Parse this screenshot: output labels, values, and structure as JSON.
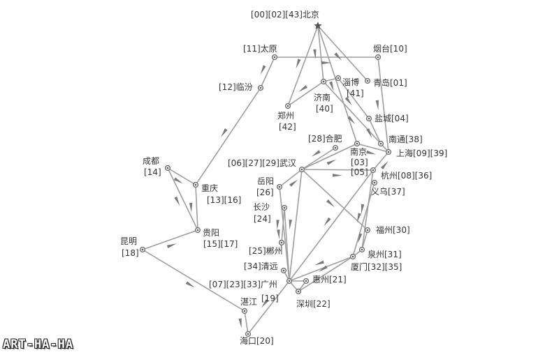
{
  "watermark": "ART-HA-HA",
  "colors": {
    "edge": "#9e9e9e",
    "node": "#6f6f6f",
    "arrow": "#7a7a7a",
    "text": "#333333"
  },
  "nodes": [
    {
      "id": "beijing",
      "label": "[00][02][43]北京",
      "lines": [
        "[00][02][43]北京"
      ]
    },
    {
      "id": "taiyuan",
      "label": "[11]太原",
      "lines": [
        "[11]太原"
      ]
    },
    {
      "id": "yantai",
      "label": "烟台[10]",
      "lines": [
        "烟台[10]"
      ]
    },
    {
      "id": "linfen",
      "label": "[12]临汾",
      "lines": [
        "[12]临汾"
      ]
    },
    {
      "id": "qingdao",
      "label": "青岛[01]",
      "lines": [
        "青岛[01]"
      ]
    },
    {
      "id": "zibo",
      "label": "淄博 [41]",
      "lines": [
        "淄博",
        "[41]"
      ]
    },
    {
      "id": "jinan",
      "label": "济南 [40]",
      "lines": [
        "济南",
        "[40]"
      ]
    },
    {
      "id": "zhengzhou",
      "label": "郑州 [42]",
      "lines": [
        "郑州",
        "[42]"
      ]
    },
    {
      "id": "yancheng",
      "label": "盐城[04]",
      "lines": [
        "盐城[04]"
      ]
    },
    {
      "id": "hefei",
      "label": "[28]合肥",
      "lines": [
        "[28]合肥"
      ]
    },
    {
      "id": "nantong",
      "label": "南通[38]",
      "lines": [
        "南通[38]"
      ]
    },
    {
      "id": "nanjing",
      "label": "南京 [03]",
      "lines": [
        "南京",
        "[03]"
      ]
    },
    {
      "id": "shanghai",
      "label": "上海[09][39]",
      "lines": [
        "上海[09][39]"
      ]
    },
    {
      "id": "wuhan",
      "label": "[06][27][29]武汉",
      "lines": [
        "[06][27][29]武汉"
      ]
    },
    {
      "id": "chengdu",
      "label": "成都 [14]",
      "lines": [
        "成都",
        "[14]"
      ]
    },
    {
      "id": "hangzhou",
      "label": "[05] 杭州[08][36]",
      "lines": [
        "[05]",
        "杭州[08][36]"
      ]
    },
    {
      "id": "yueyang",
      "label": "岳阳 [26]",
      "lines": [
        "岳阳",
        "[26]"
      ]
    },
    {
      "id": "chongqing",
      "label": "重庆 [13][16]",
      "lines": [
        "重庆",
        "[13][16]"
      ]
    },
    {
      "id": "yiwu",
      "label": "义乌[37]",
      "lines": [
        "义乌[37]"
      ]
    },
    {
      "id": "changsha",
      "label": "长沙 [24]",
      "lines": [
        "长沙",
        "[24]"
      ]
    },
    {
      "id": "fuzhou",
      "label": "福州[30]",
      "lines": [
        "福州[30]"
      ]
    },
    {
      "id": "guiyang",
      "label": "贵阳 [15][17]",
      "lines": [
        "贵阳",
        "[15][17]"
      ]
    },
    {
      "id": "kunming",
      "label": "昆明 [18]",
      "lines": [
        "昆明",
        "[18]"
      ]
    },
    {
      "id": "chenzhou",
      "label": "[25]郴州",
      "lines": [
        "[25]郴州"
      ]
    },
    {
      "id": "quanzhou",
      "label": "泉州[31]",
      "lines": [
        "泉州[31]"
      ]
    },
    {
      "id": "qingyuan",
      "label": "[34]清远",
      "lines": [
        "[34]清远"
      ]
    },
    {
      "id": "xiamen",
      "label": "厦门[32][35]",
      "lines": [
        "厦门[32][35]"
      ]
    },
    {
      "id": "guangzhou",
      "label": "[07][23][33]广州",
      "lines": [
        "[07][23][33]广州"
      ]
    },
    {
      "id": "huizhou",
      "label": "惠州[21]",
      "lines": [
        "惠州[21]"
      ]
    },
    {
      "id": "zhanjiang",
      "label": "湛江 [19]",
      "lines": [
        "湛江",
        "[19]"
      ]
    },
    {
      "id": "shenzhen",
      "label": "深圳[22]",
      "lines": [
        "深圳[22]"
      ]
    },
    {
      "id": "haikou",
      "label": "海口[20]",
      "lines": [
        "海口[20]"
      ]
    }
  ],
  "edges": [
    [
      "beijing",
      "qingdao"
    ],
    [
      "beijing",
      "zhengzhou"
    ],
    [
      "beijing",
      "jinan"
    ],
    [
      "beijing",
      "nanjing"
    ],
    [
      "taiyuan",
      "yantai"
    ],
    [
      "yantai",
      "shanghai"
    ],
    [
      "taiyuan",
      "linfen"
    ],
    [
      "linfen",
      "chongqing"
    ],
    [
      "jinan",
      "zibo"
    ],
    [
      "jinan",
      "zhengzhou"
    ],
    [
      "jinan",
      "shanghai"
    ],
    [
      "zibo",
      "yancheng"
    ],
    [
      "yancheng",
      "nantong"
    ],
    [
      "nantong",
      "shanghai"
    ],
    [
      "nanjing",
      "shanghai"
    ],
    [
      "hefei",
      "wuhan"
    ],
    [
      "wuhan",
      "nanjing"
    ],
    [
      "wuhan",
      "hangzhou"
    ],
    [
      "wuhan",
      "fuzhou"
    ],
    [
      "wuhan",
      "guangzhou"
    ],
    [
      "yueyang",
      "wuhan"
    ],
    [
      "yueyang",
      "guangzhou"
    ],
    [
      "changsha",
      "chenzhou"
    ],
    [
      "changsha",
      "guangzhou"
    ],
    [
      "hangzhou",
      "shanghai"
    ],
    [
      "hangzhou",
      "guangzhou"
    ],
    [
      "hangzhou",
      "quanzhou"
    ],
    [
      "yiwu",
      "xiamen"
    ],
    [
      "fuzhou",
      "quanzhou"
    ],
    [
      "quanzhou",
      "xiamen"
    ],
    [
      "xiamen",
      "guangzhou"
    ],
    [
      "xiamen",
      "shenzhen"
    ],
    [
      "qingyuan",
      "guangzhou"
    ],
    [
      "guangzhou",
      "huizhou"
    ],
    [
      "guangzhou",
      "shenzhen"
    ],
    [
      "guangzhou",
      "haikou"
    ],
    [
      "zhanjiang",
      "haikou"
    ],
    [
      "kunming",
      "guiyang"
    ],
    [
      "kunming",
      "zhanjiang"
    ],
    [
      "chengdu",
      "chongqing"
    ],
    [
      "chengdu",
      "guiyang"
    ],
    [
      "chongqing",
      "guiyang"
    ],
    [
      "huizhou",
      "shenzhen"
    ]
  ]
}
